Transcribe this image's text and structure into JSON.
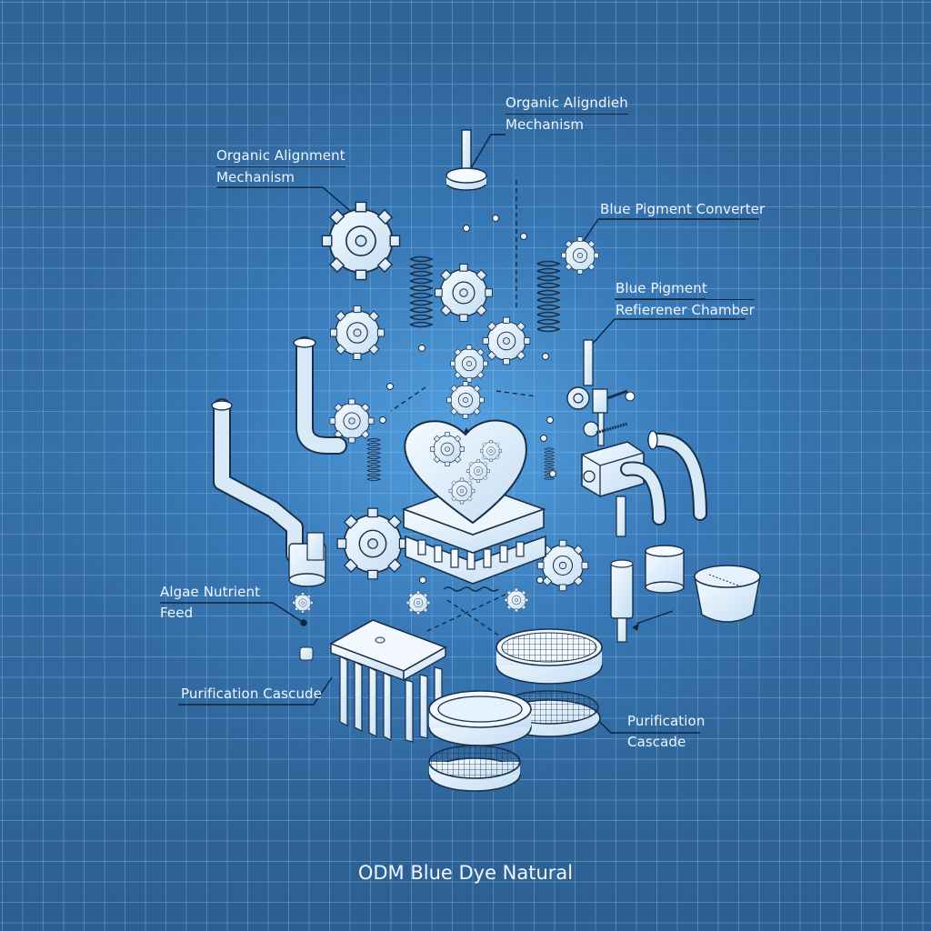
{
  "diagram": {
    "title": "ODM Blue Dye Natural",
    "background_color": "#3570a6",
    "grid_color": "#96c8f0",
    "line_color": "#10243d",
    "component_fill": "#e8f3fc",
    "labels": [
      {
        "id": "organic-alignment-top",
        "lines": [
          "Organic Aligndieh",
          "Mechanism"
        ]
      },
      {
        "id": "organic-alignment-left",
        "lines": [
          "Organic Alignment",
          "Mechanism"
        ]
      },
      {
        "id": "blue-pigment-converter",
        "lines": [
          "Blue Pigment Converter"
        ]
      },
      {
        "id": "blue-pigment-chamber",
        "lines": [
          "Blue Pigment",
          "Refierener Chamber"
        ]
      },
      {
        "id": "algae-nutrient-feed",
        "lines": [
          "Algae Nutrient",
          "Feed"
        ]
      },
      {
        "id": "purification-cascude",
        "lines": [
          "Purification Cascude"
        ]
      },
      {
        "id": "purification-cascade",
        "lines": [
          "Purification",
          "Cascade"
        ]
      }
    ],
    "components": [
      "heart-core-with-gears",
      "pedestal-base",
      "gear",
      "spring",
      "pipe-elbow",
      "valve-assembly",
      "pump-block",
      "mesh-filter-disc",
      "ring-seal",
      "pin-manifold",
      "cylinder-cup",
      "basin-bowl",
      "piston-rod",
      "small-bead"
    ]
  }
}
